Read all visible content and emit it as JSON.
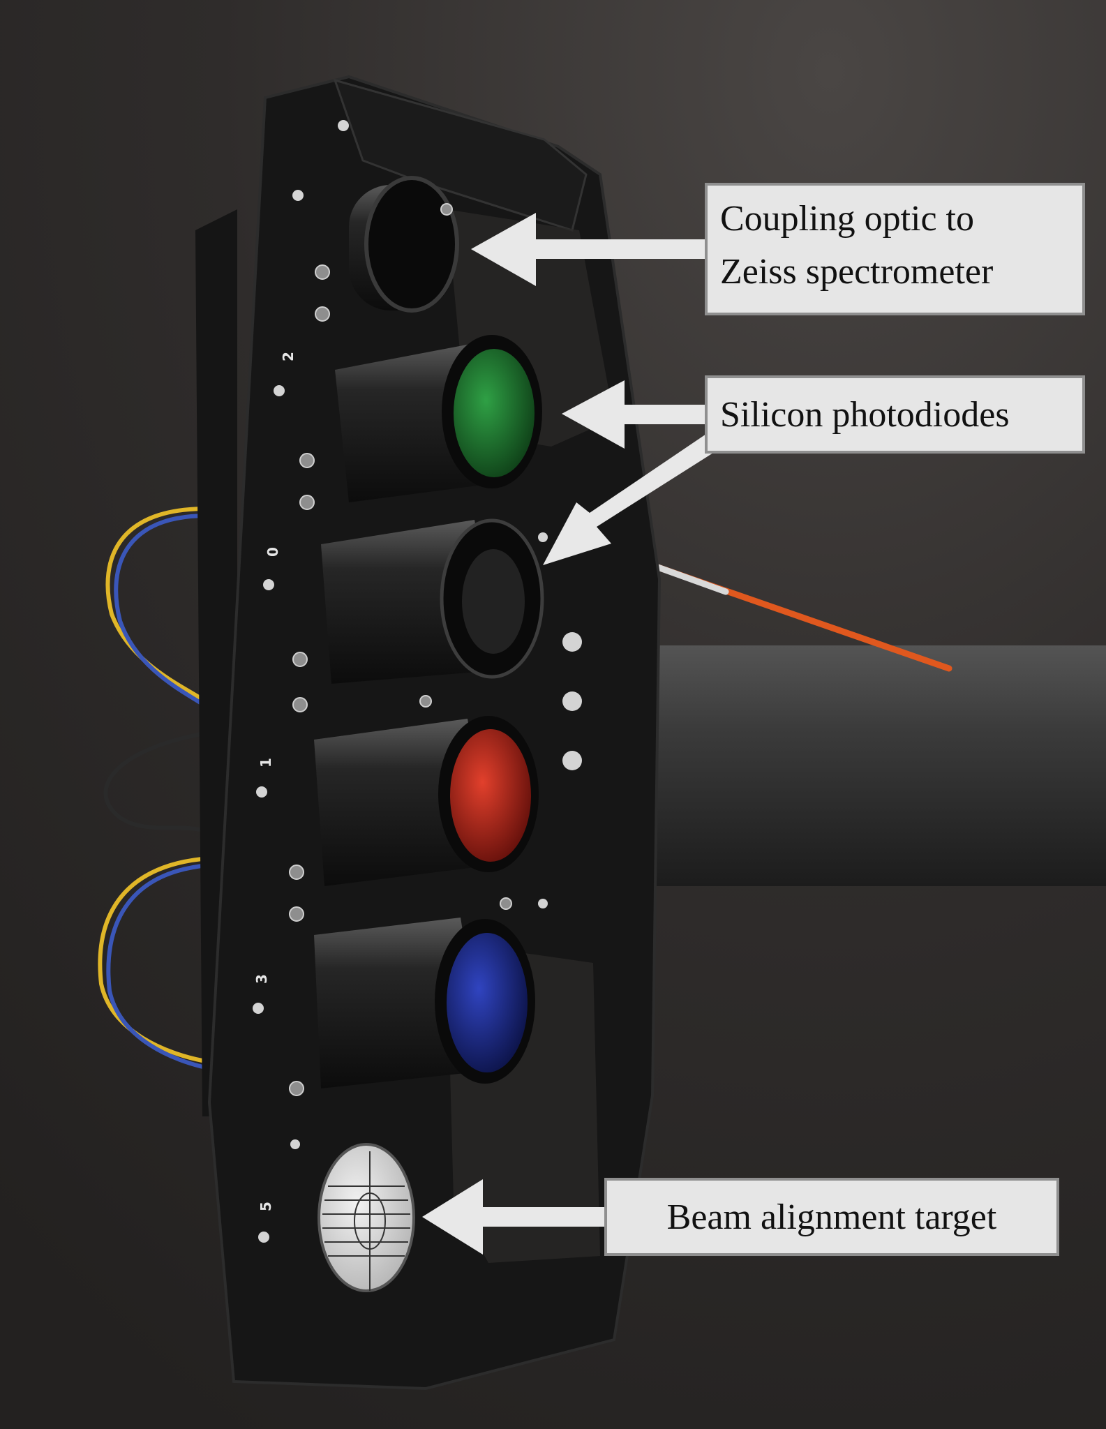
{
  "annotations": {
    "coupling_optic": {
      "line1": "Coupling optic to",
      "line2": "Zeiss spectrometer"
    },
    "silicon_photodiodes": "Silicon photodiodes",
    "beam_alignment_target": "Beam alignment target"
  },
  "plate_markings": [
    "2",
    "0",
    "1",
    "3",
    "5"
  ],
  "colors": {
    "background": "#2b2928",
    "label_fill": "#e6e6e6",
    "label_border": "#8f8f8f",
    "arrow": "#e8e8e8",
    "filter_green": "#1f7a2c",
    "filter_red": "#c0211b",
    "filter_blue": "#1a2a8c",
    "fiber_orange": "#e0581e"
  }
}
